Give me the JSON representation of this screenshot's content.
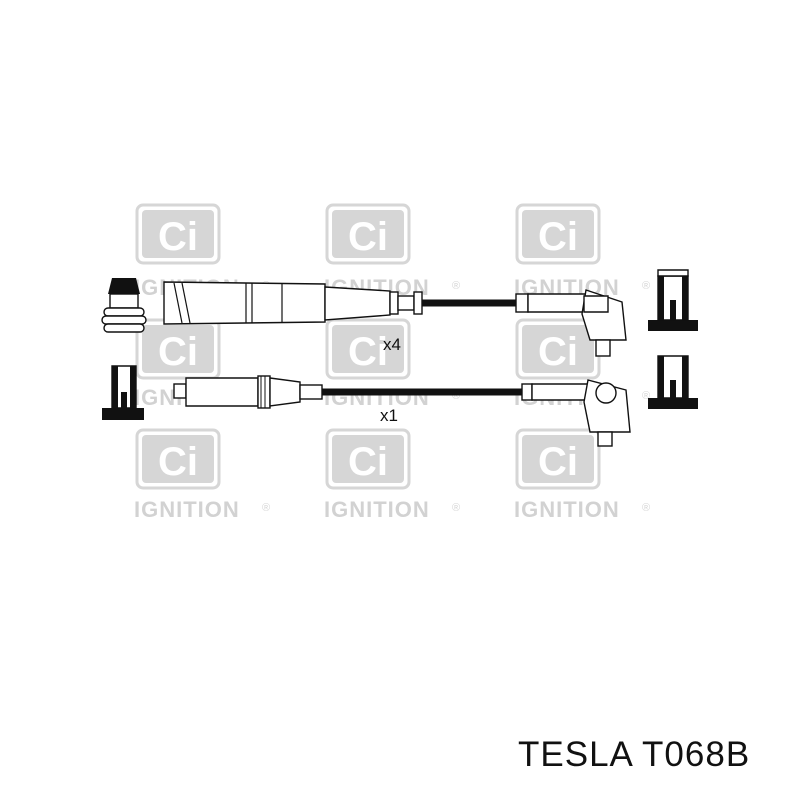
{
  "watermark": {
    "logo_letters": "Ci",
    "text": "IGNITION",
    "mark": "®",
    "color": "#d6d6d6"
  },
  "labels": {
    "qty_top": "x4",
    "qty_bottom": "x1"
  },
  "caption": "TESLA T068B"
}
